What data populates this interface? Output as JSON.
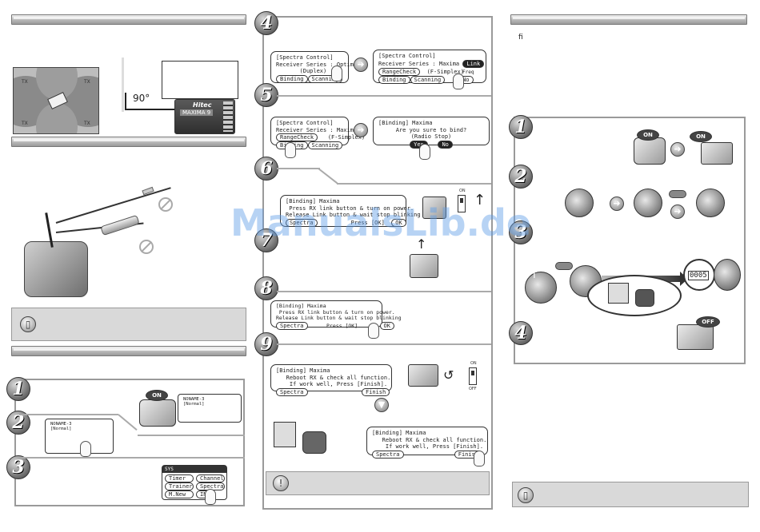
{
  "col1": {
    "angle_label": "90°",
    "rx_brand": "Hitec",
    "rx_model": "MAXIMA 9",
    "tx_labels": [
      "TX",
      "TX",
      "TX",
      "TX"
    ],
    "screen2": {
      "model": "NONAME-3",
      "mode": "[Normal]"
    },
    "screen3": {
      "model": "NONAME-3",
      "mode": "[Normal]"
    },
    "menu": {
      "tab": "SYS",
      "items": [
        "Timer",
        "Channel",
        "Trainer",
        "Spectra",
        "M.New",
        "IN"
      ]
    },
    "steps": [
      "1",
      "2",
      "3"
    ]
  },
  "col2": {
    "steps": [
      "4",
      "5",
      "6",
      "7",
      "8",
      "9"
    ],
    "s4a": {
      "title": "[Spectra Control]",
      "line1": "Receiver Series : Optima",
      "line2": "(Duplex)",
      "b1": "Binding",
      "b2": "Scanning"
    },
    "s4b": {
      "title": "[Spectra Control]",
      "line1": "Receiver Series : Maxima",
      "line2": "(F-Simplex)",
      "link": "Link",
      "range": "RangeCheck",
      "b1": "Binding",
      "b2": "Scanning",
      "freq": "Freq",
      "no": "No"
    },
    "s5a": {
      "title": "[Spectra Control]",
      "line1": "Receiver Series : Maxima",
      "line2": "(F-Simplex)",
      "range": "RangeCheck",
      "b1": "Binding",
      "b2": "Scanning"
    },
    "s5b": {
      "title": "[Binding] Maxima",
      "line1": "Are you sure to bind?",
      "line2": "(Radio Stop)",
      "yes": "Yes",
      "no": "No"
    },
    "s6": {
      "title": "[Binding] Maxima",
      "line1": "Press RX link button & turn on power.",
      "line2": "Release Link button & wait stop blinking",
      "line3": "Press [OK]",
      "b1": "Spectra",
      "b2": "OK"
    },
    "s8": {
      "title": "[Binding] Maxima",
      "line1": "Press RX link button & turn on power.",
      "line2": "Release Link button & wait stop blinking",
      "line3": "Press [OK].",
      "b1": "Spectra",
      "b2": "OK"
    },
    "s9a": {
      "title": "[Binding] Maxima",
      "line1": "Reboot RX & check all function.",
      "line2": "If work well, Press [Finish].",
      "b1": "Spectra",
      "b2": "Finish"
    },
    "s9b": {
      "title": "[Binding] Maxima",
      "line1": "Reboot RX & check all function.",
      "line2": "If work well, Press [Finish].",
      "b1": "Spectra",
      "b2": "Finish"
    },
    "sw_on": "ON",
    "sw_off": "OFF"
  },
  "col3": {
    "stray_glyph": "ﬁ",
    "steps": [
      "1",
      "2",
      "3",
      "4"
    ],
    "on_label": "ON",
    "off_label": "OFF",
    "counter": "0005"
  },
  "watermark": "ManualsLib.de",
  "colors": {
    "header_grey": "#a9a9a9",
    "note_bg": "#d9d9d9",
    "watermark": "#609ee6"
  }
}
